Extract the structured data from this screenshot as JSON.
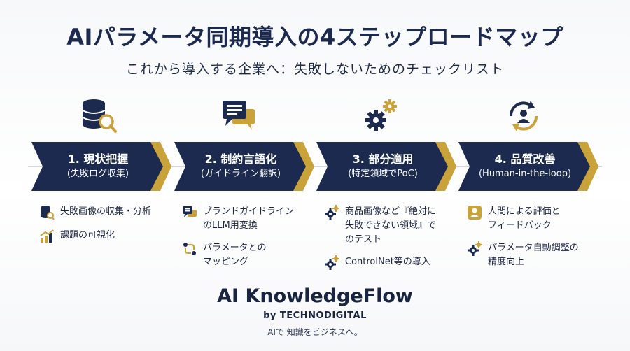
{
  "title": "AIパラメータ同期導入の4ステップロードマップ",
  "subtitle": "これから導入する企業へ：失敗しないためのチェックリスト",
  "colors": {
    "navy": "#1b2a4e",
    "gold": "#c9a23a",
    "text": "#1c2440"
  },
  "steps": [
    {
      "line1": "1. 現状把握",
      "line2": "(失敗ログ収集)",
      "icon": "database-search-icon",
      "items": [
        {
          "icon": "database-icon",
          "text": "失敗画像の収集・分析"
        },
        {
          "icon": "bar-chart-icon",
          "text": "課題の可視化"
        }
      ]
    },
    {
      "line1": "2. 制約言語化",
      "line2": "(ガイドライン翻訳)",
      "icon": "chat-bubbles-icon",
      "items": [
        {
          "icon": "chat-icon",
          "text": "ブランドガイドライン\nのLLM用変換"
        },
        {
          "icon": "mapping-icon",
          "text": "パラメータとの\nマッピング"
        }
      ]
    },
    {
      "line1": "3. 部分適用",
      "line2": "(特定領域でPoC)",
      "icon": "gears-icon",
      "items": [
        {
          "icon": "gear-icon",
          "text": "商品画像など『絶対に\n失敗できない領域』で\nのテスト"
        },
        {
          "icon": "gears-small-icon",
          "text": "ControlNet等の導入"
        }
      ]
    },
    {
      "line1": "4. 品質改善",
      "line2": "(Human-in-the-loop)",
      "icon": "user-cycle-icon",
      "items": [
        {
          "icon": "user-eval-icon",
          "text": "人間による評価と\nフィードバック"
        },
        {
          "icon": "gear-icon",
          "text": "パラメータ自動調整の\n精度向上"
        }
      ]
    }
  ],
  "brand": {
    "name": "AI KnowledgeFlow",
    "by": "by TECHNODIGITAL",
    "tagline": "AIで 知識をビジネスへ。"
  }
}
